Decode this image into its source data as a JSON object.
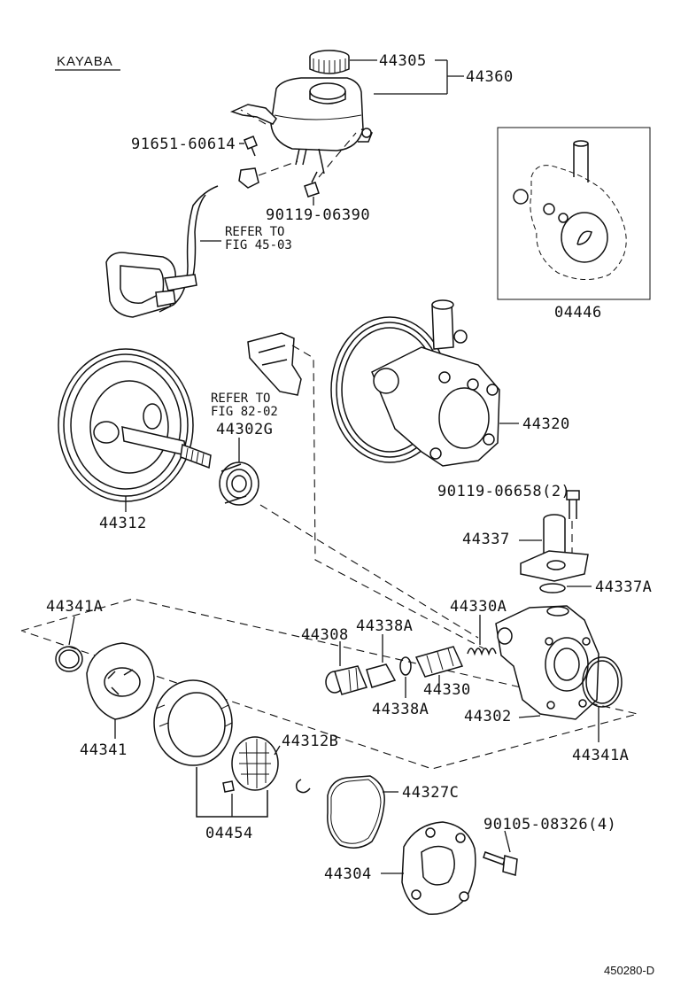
{
  "brand": "KAYABA",
  "diagram_code": "450280-D",
  "refs": {
    "ref1_line1": "REFER TO",
    "ref1_line2": "FIG  45-03",
    "ref2_line1": "REFER TO",
    "ref2_line2": "FIG  82-02"
  },
  "parts": {
    "p44305": "44305",
    "p44360": "44360",
    "p91651": "91651-60614",
    "p90119a": "90119-06390",
    "p04446": "04446",
    "p44302G": "44302G",
    "p44320": "44320",
    "p44312": "44312",
    "p90119b": "90119-06658(2)",
    "p44337": "44337",
    "p44337A": "44337A",
    "p44341A_left": "44341A",
    "p44330A": "44330A",
    "p44308": "44308",
    "p44338A_top": "44338A",
    "p44330": "44330",
    "p44338A_bot": "44338A",
    "p44302": "44302",
    "p44341": "44341",
    "p44312B": "44312B",
    "p44341A_right": "44341A",
    "p44327C": "44327C",
    "p90105": "90105-08326(4)",
    "p04454": "04454",
    "p44304": "44304"
  }
}
